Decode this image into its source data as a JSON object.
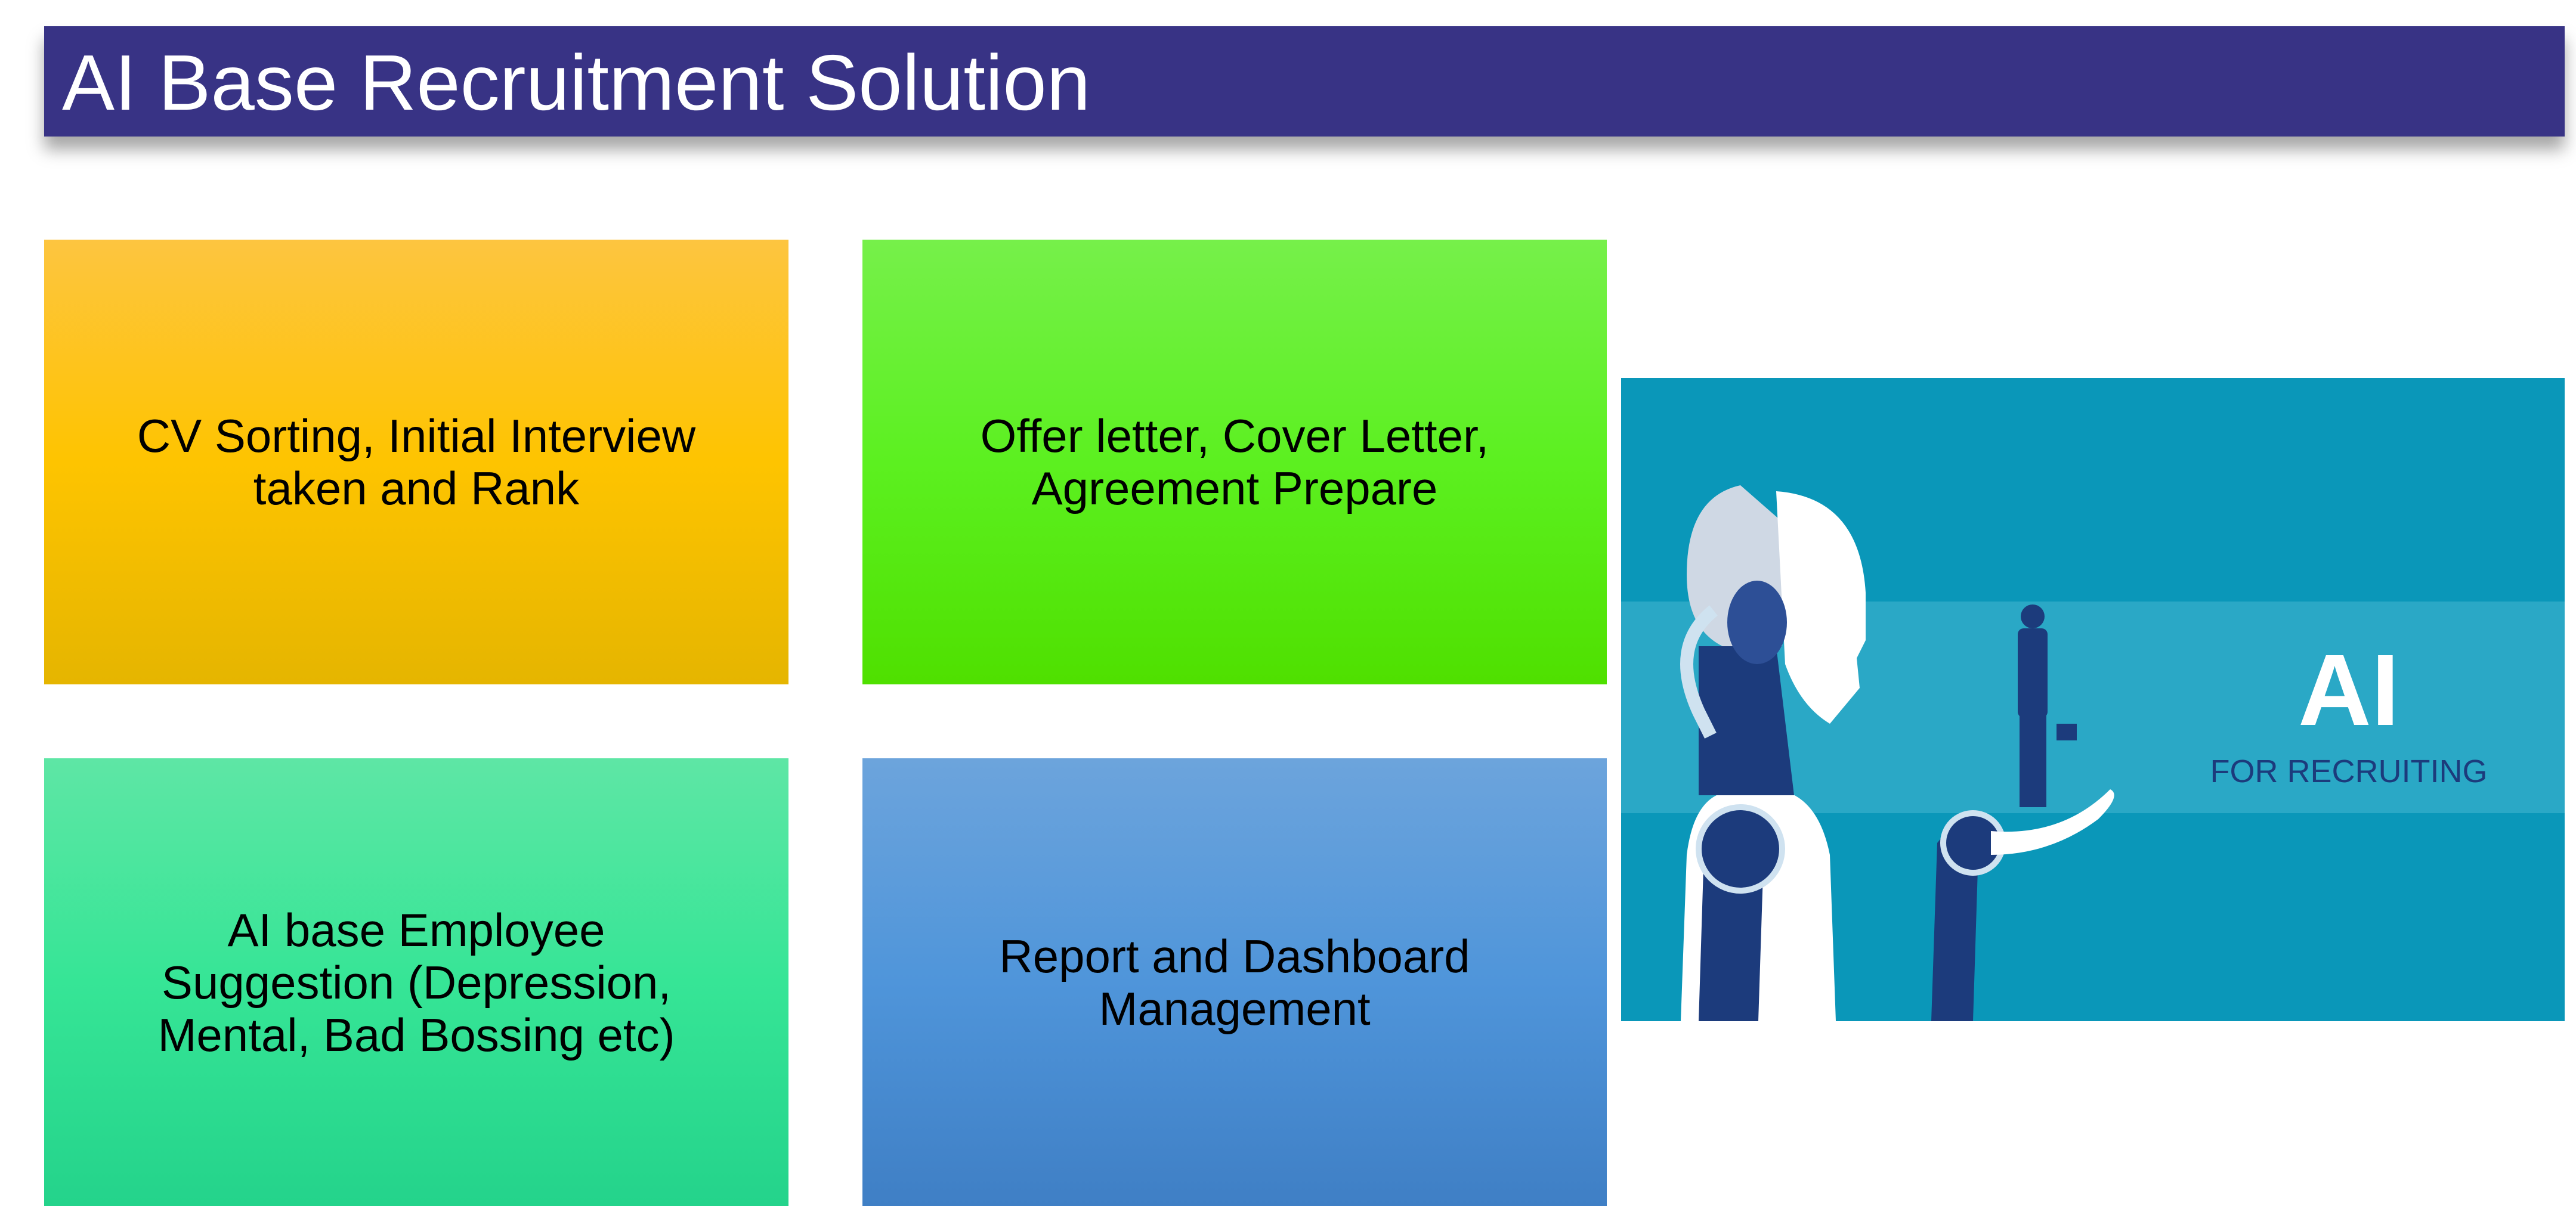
{
  "header": {
    "title": "AI Base Recruitment Solution"
  },
  "features": [
    {
      "label": "CV Sorting, Initial Interview taken and Rank",
      "color": "#fec400"
    },
    {
      "label": "Offer letter, Cover Letter, Agreement Prepare",
      "color": "#5cf020"
    },
    {
      "label": "AI base Employee Suggestion (Depression, Mental, Bad Bossing etc)",
      "color": "#36e596"
    },
    {
      "label": "Report and Dashboard Management",
      "color": "#4f95da"
    }
  ],
  "illustration": {
    "headline": "AI",
    "subline": "FOR RECRUITING"
  },
  "colors": {
    "header": "#383385",
    "illustration_bg": "#0a97b9",
    "illustration_navy": "#1c3b7c"
  }
}
